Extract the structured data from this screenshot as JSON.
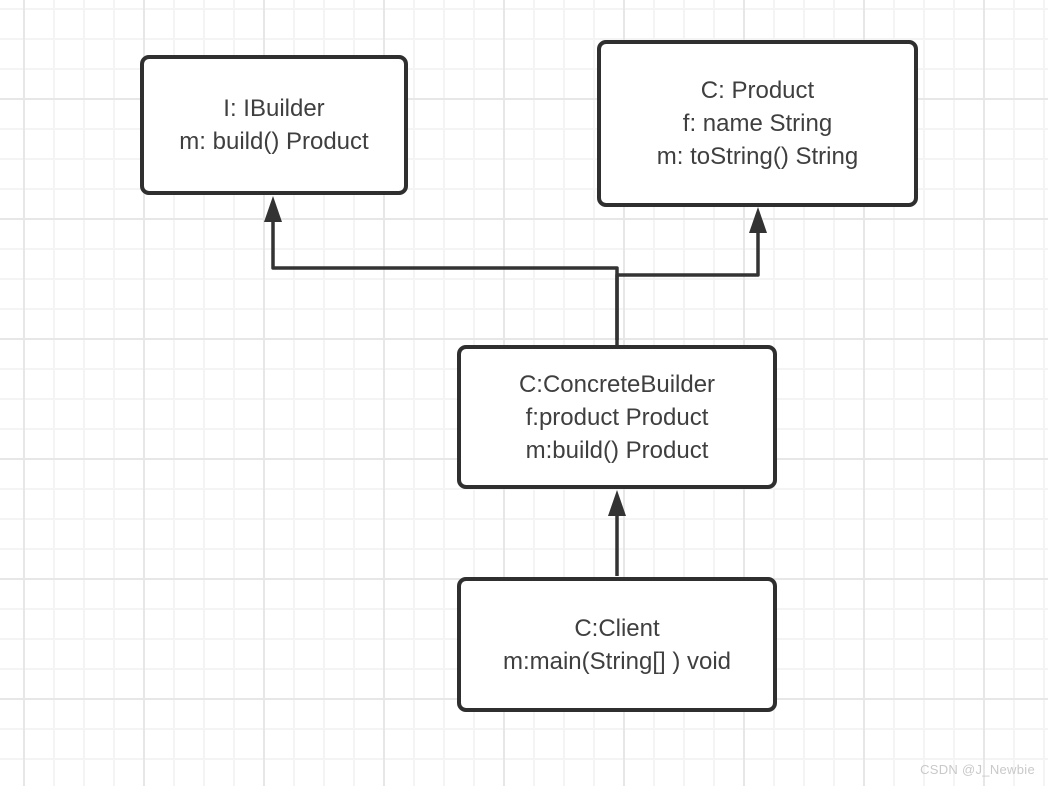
{
  "diagram": {
    "nodes": [
      {
        "id": "ibuilder",
        "lines": [
          "I: IBuilder",
          "m: build() Product"
        ]
      },
      {
        "id": "product",
        "lines": [
          "C: Product",
          "f: name String",
          "m: toString() String"
        ]
      },
      {
        "id": "concretebuilder",
        "lines": [
          "C:ConcreteBuilder",
          "f:product Product",
          "m:build() Product"
        ]
      },
      {
        "id": "client",
        "lines": [
          "C:Client",
          "m:main(String[] ) void"
        ]
      }
    ],
    "edges": [
      {
        "from": "concretebuilder",
        "to": "ibuilder",
        "style": "solid-arrow-up"
      },
      {
        "from": "concretebuilder",
        "to": "product",
        "style": "solid-arrow-up"
      },
      {
        "from": "client",
        "to": "concretebuilder",
        "style": "solid-arrow-up"
      }
    ],
    "colors": {
      "background": "#ffffff",
      "grid_minor": "#f4f4f4",
      "grid_major": "#e7e7e7",
      "line": "#333333",
      "node_border": "#2f2f2f",
      "node_fill": "#ffffff",
      "text": "#3f3f3f",
      "watermark": "#c9c9c9"
    }
  },
  "watermark": {
    "text": "CSDN @J_Newbie"
  }
}
